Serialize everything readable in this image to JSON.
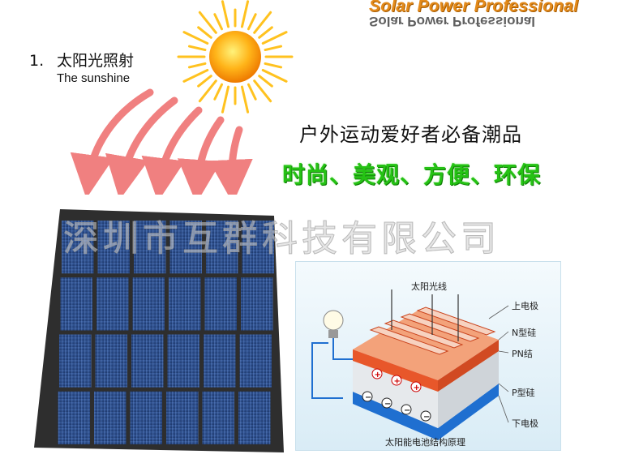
{
  "brand": {
    "text": "Solar Power Professional"
  },
  "step": {
    "number": "1.",
    "title": "太阳光照射",
    "subtitle": "The sunshine"
  },
  "slogans": {
    "line1": "户外运动爱好者必备潮品",
    "line2": "时尚、美观、方便、环保"
  },
  "watermark": "深圳市互群科技有限公司",
  "diagram": {
    "sunlight_label": "太阳光线",
    "layer_labels": [
      "上电极",
      "N型硅",
      "PN结",
      "P型硅",
      "下电极"
    ],
    "caption": "太阳能电池结构原理"
  },
  "colors": {
    "brand": "#e38a1a",
    "slogan_green": "#25c214",
    "arrow_red": "#f08080",
    "panel_blue": "#2d4f8c",
    "panel_frame": "#3a3a3a",
    "n_layer": "#e8572a",
    "p_layer": "#e6e9ec",
    "electrode_blue": "#1f6fd0"
  },
  "panel": {
    "rows": 4,
    "cols": 6
  },
  "icons": [
    "sun-icon",
    "lightbulb-icon"
  ]
}
